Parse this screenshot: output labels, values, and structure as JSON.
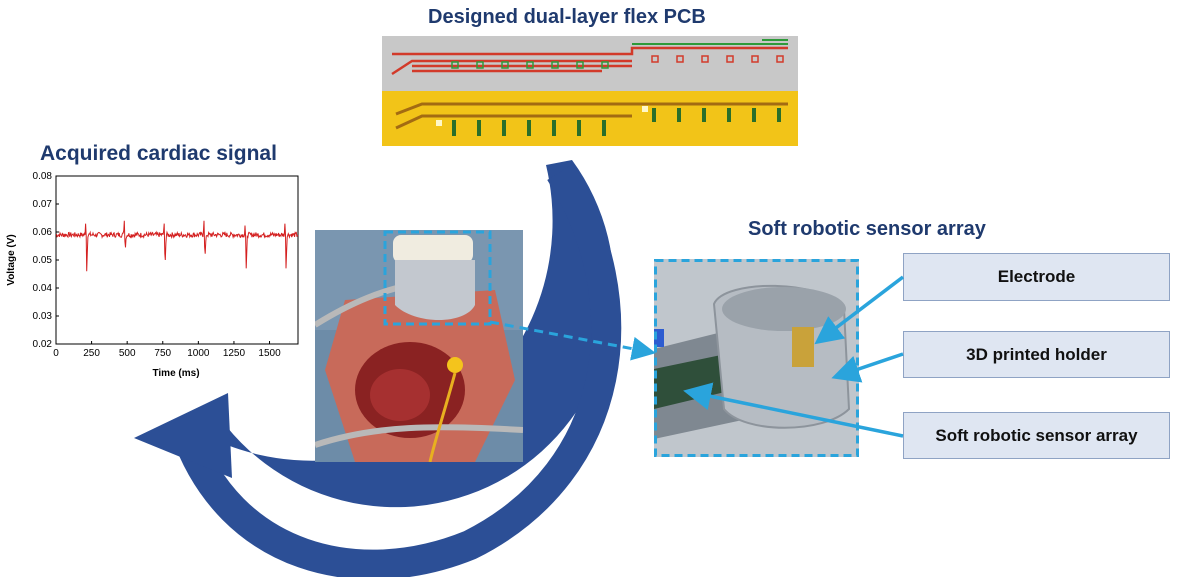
{
  "titles": {
    "pcb": "Designed dual-layer flex PCB",
    "signal": "Acquired cardiac signal",
    "array": "Soft robotic sensor array"
  },
  "labels": {
    "electrode": "Electrode",
    "holder": "3D printed holder",
    "sensor_array": "Soft robotic sensor array"
  },
  "colors": {
    "title": "#1f3a6e",
    "arrow": "#2c4f96",
    "highlight": "#2aa4dc",
    "trace": "#d42020"
  },
  "chart_data": {
    "type": "line",
    "xlabel": "Time (ms)",
    "ylabel": "Voltage (V)",
    "xlim": [
      0,
      1700
    ],
    "ylim": [
      0.02,
      0.08
    ],
    "xticks": [
      0,
      250,
      500,
      750,
      1000,
      1250,
      1500
    ],
    "yticks": [
      0.02,
      0.03,
      0.04,
      0.05,
      0.06,
      0.07,
      0.08
    ],
    "baseline": 0.059,
    "beats": [
      {
        "x": 210,
        "peak": 0.065,
        "trough": 0.046
      },
      {
        "x": 480,
        "peak": 0.064,
        "trough": 0.053
      },
      {
        "x": 760,
        "peak": 0.063,
        "trough": 0.047
      },
      {
        "x": 1040,
        "peak": 0.064,
        "trough": 0.05
      },
      {
        "x": 1330,
        "peak": 0.064,
        "trough": 0.047
      },
      {
        "x": 1610,
        "peak": 0.065,
        "trough": 0.047
      }
    ]
  }
}
